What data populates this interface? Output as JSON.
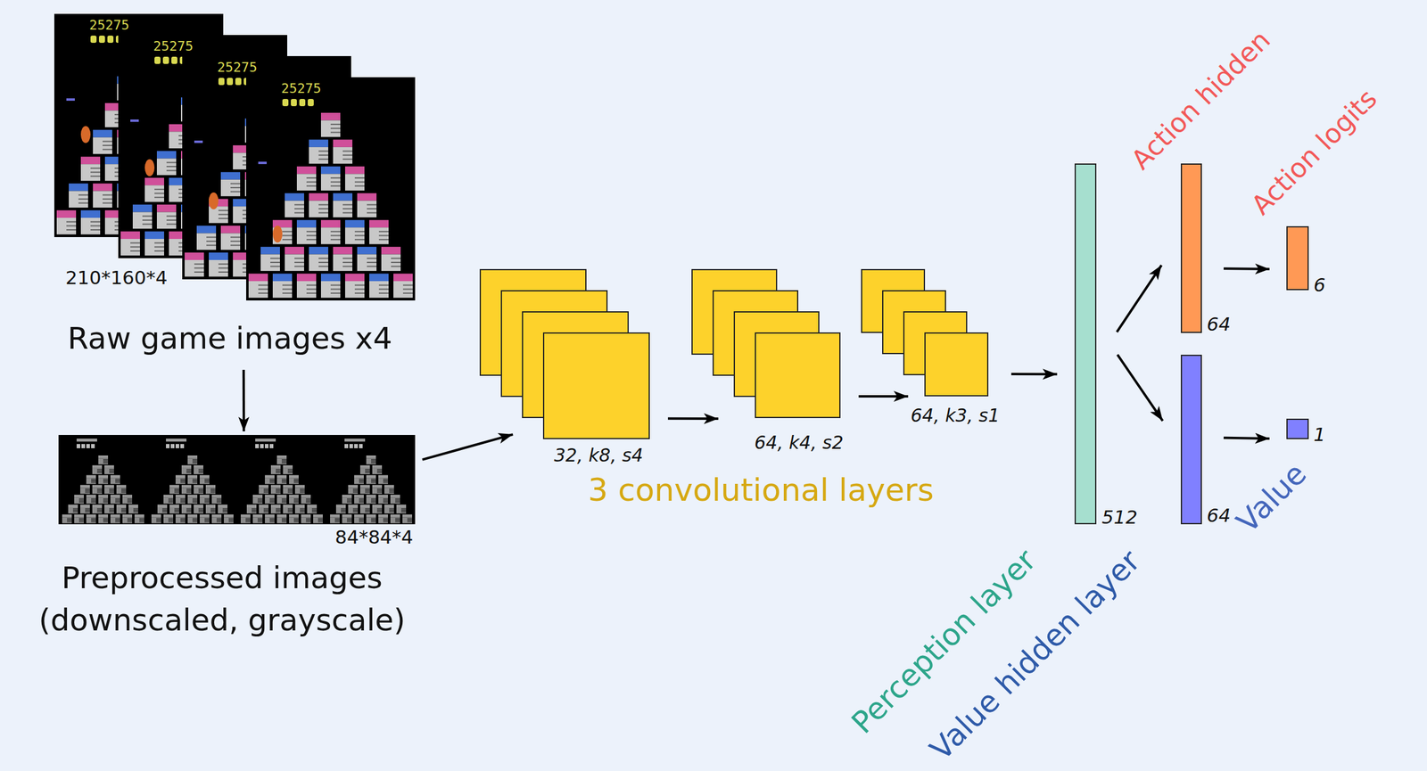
{
  "diagram": {
    "nodes": [
      {
        "text": [
          "210*160*4",
          "Raw game images x4"
        ]
      },
      {
        "text": [
          "84*84*4",
          "Preprocessed images (downscaled, grayscale)"
        ]
      },
      {
        "text": [
          "32, k8, s4"
        ]
      },
      {
        "text": [
          "64, k4, s2"
        ]
      },
      {
        "text": [
          "64, k3, s1"
        ]
      },
      {
        "text": [
          "512",
          "Perception layer"
        ]
      },
      {
        "text": [
          "64",
          "Action hidden"
        ]
      },
      {
        "text": [
          "64",
          "Value hidden layer"
        ]
      },
      {
        "text": [
          "6",
          "Action logits"
        ]
      },
      {
        "text": [
          "1",
          "Value"
        ]
      }
    ],
    "edges": [
      {
        "from": 0,
        "to": 1,
        "arrow": "to"
      },
      {
        "from": 1,
        "to": 2,
        "arrow": "to"
      },
      {
        "from": 2,
        "to": 3,
        "arrow": "to"
      },
      {
        "from": 3,
        "to": 4,
        "arrow": "to"
      },
      {
        "from": 4,
        "to": 5,
        "arrow": "to"
      },
      {
        "from": 5,
        "to": 6,
        "arrow": "to"
      },
      {
        "from": 5,
        "to": 7,
        "arrow": "to"
      },
      {
        "from": 6,
        "to": 8,
        "arrow": "to"
      },
      {
        "from": 7,
        "to": 9,
        "arrow": "to"
      }
    ],
    "labels": [
      "25275",
      "25275",
      "25275",
      "25275",
      "3 convolutional layers"
    ]
  }
}
